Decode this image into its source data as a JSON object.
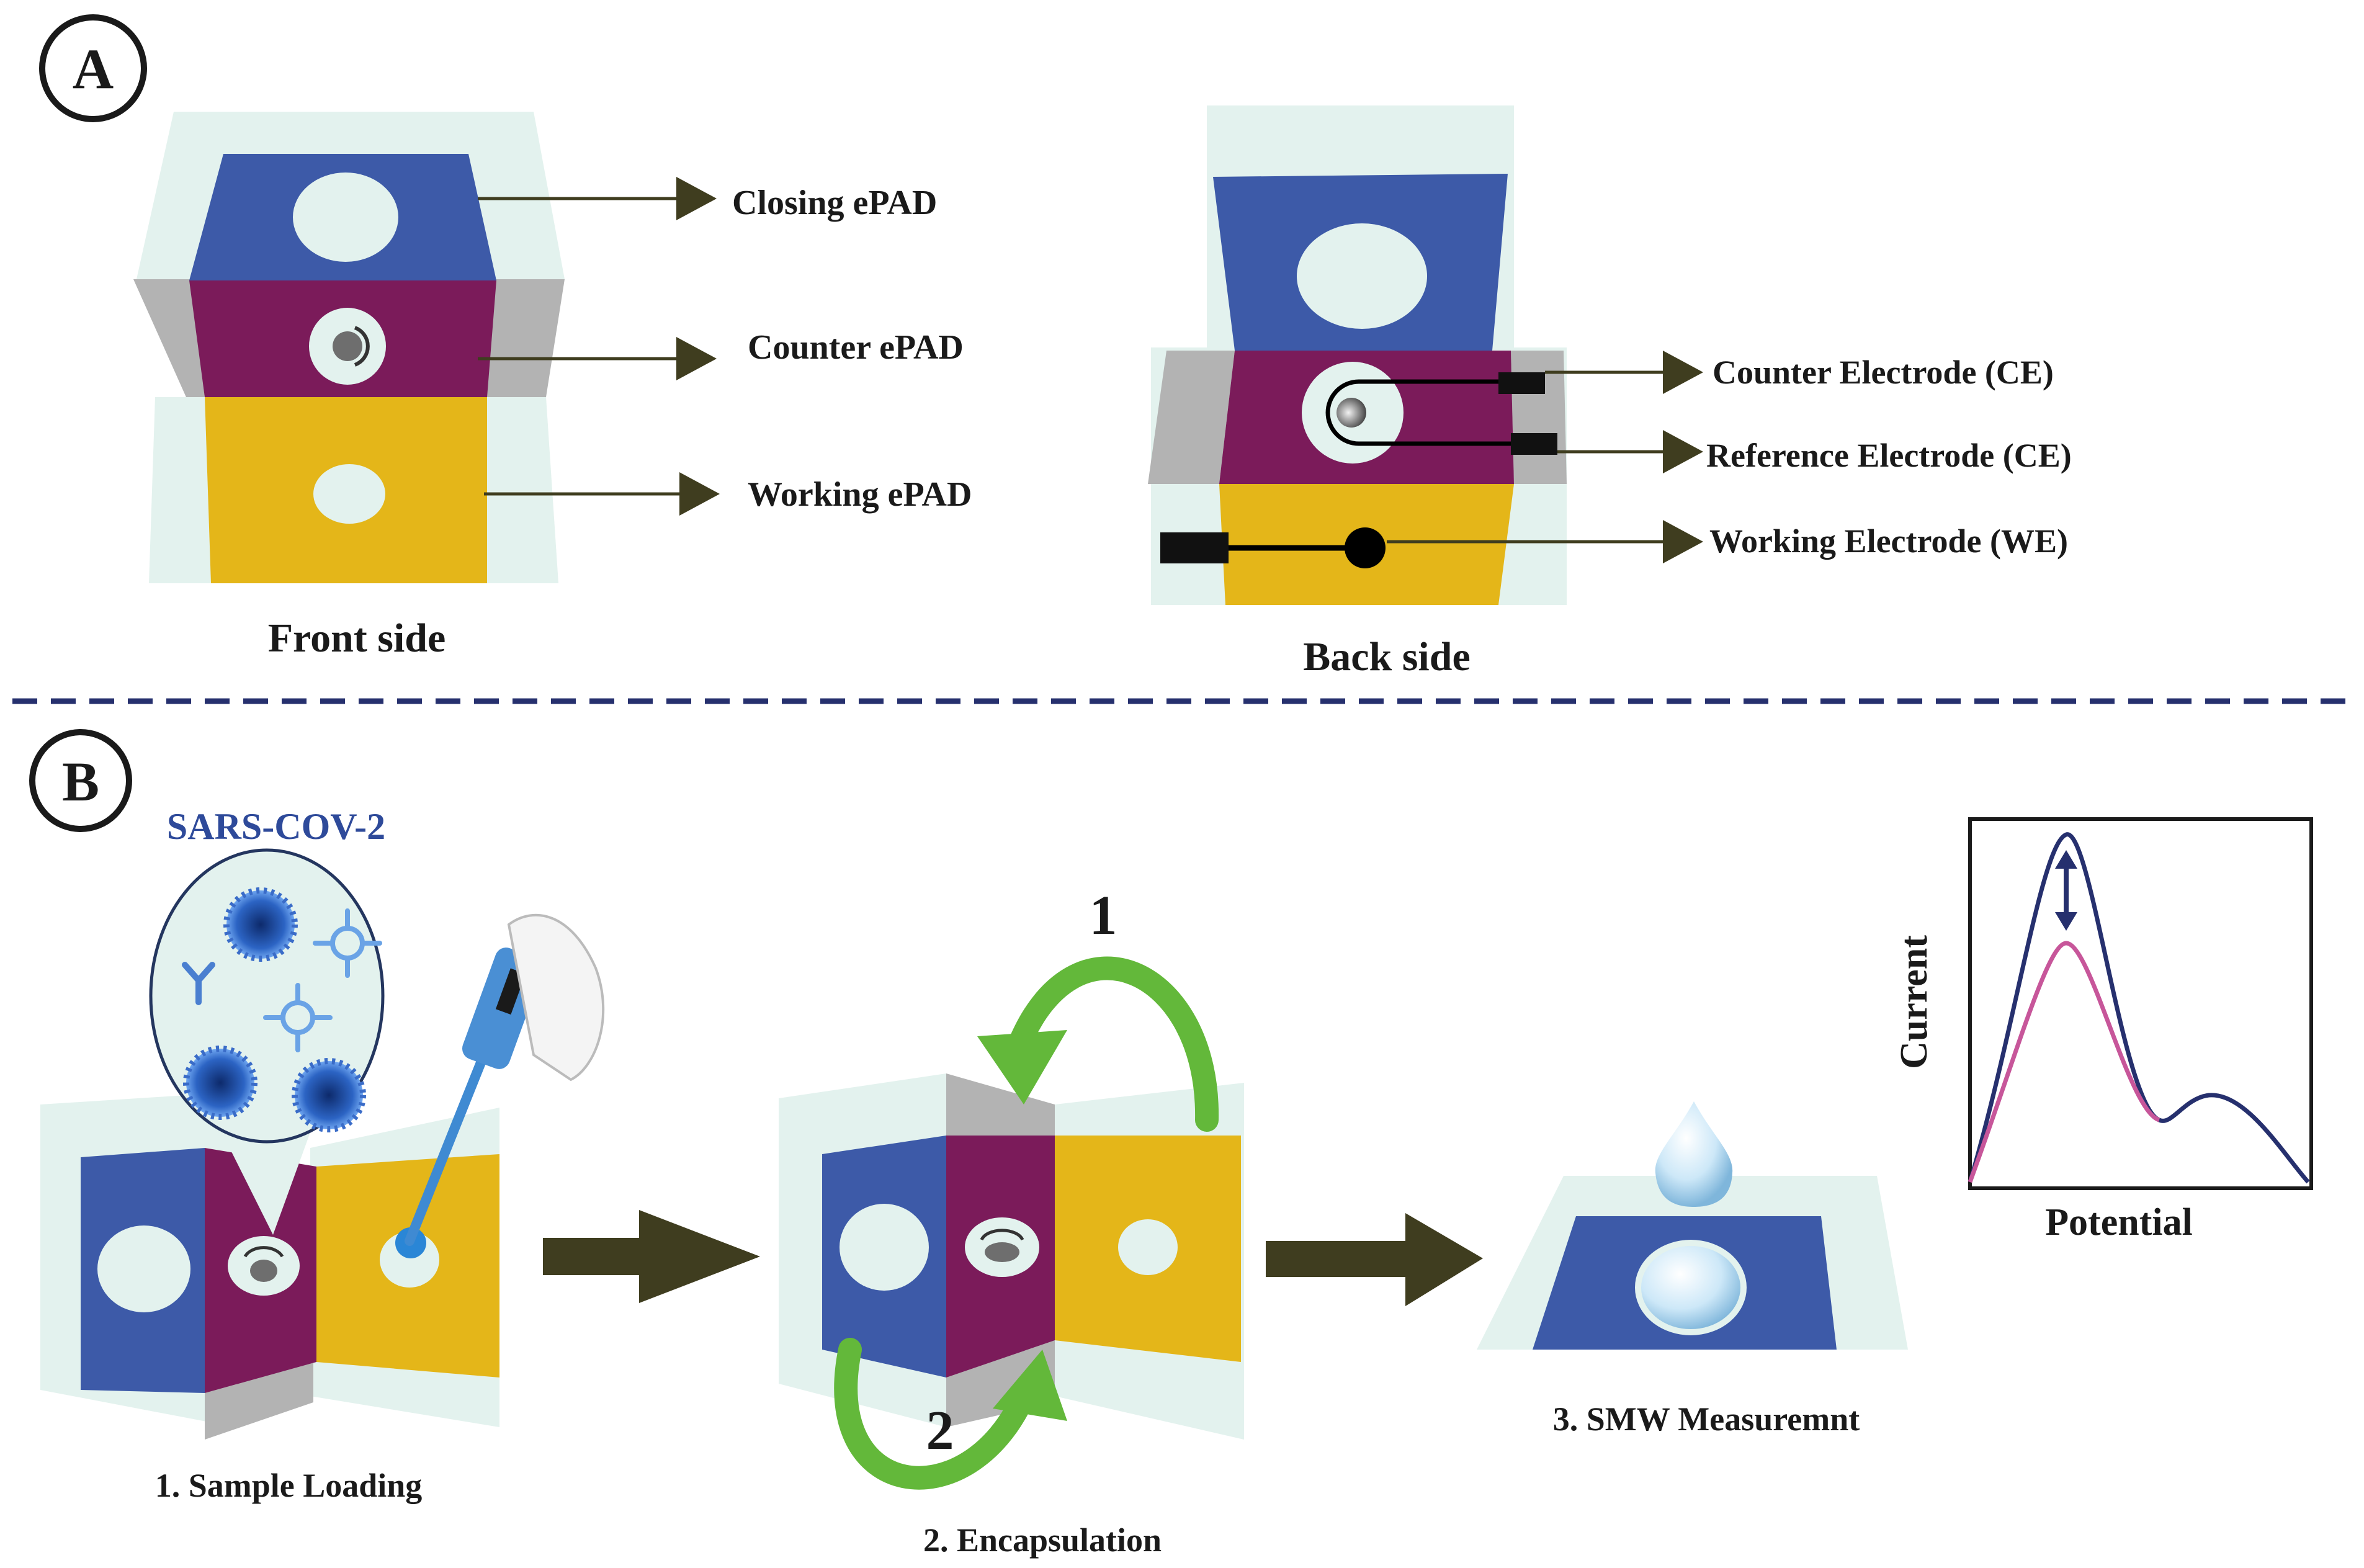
{
  "panel_a": {
    "badge": "A",
    "front_labels": {
      "closing": "Closing ePAD",
      "counter": "Counter ePAD",
      "working": "Working ePAD"
    },
    "front_caption": "Front side",
    "back_labels": {
      "counter_electrode": "Counter Electrode (CE)",
      "reference_electrode": "Reference Electrode (CE)",
      "working_electrode": "Working Electrode (WE)"
    },
    "back_caption": "Back side"
  },
  "panel_b": {
    "badge": "B",
    "virus_label": "SARS-COV-2",
    "step1": "1. Sample Loading",
    "step2": "2. Encapsulation",
    "step3": "3. SMW Measuremnt",
    "fold_1": "1",
    "fold_2": "2",
    "graph": {
      "ylabel": "Current",
      "xlabel": "Potential"
    }
  },
  "colors": {
    "blue": "#3d5aa8",
    "purple": "#7b1b5a",
    "yellow": "#e4b619",
    "pale": "#e3f2ee",
    "gray": "#b3b3b3",
    "arrow": "#3f3d1f",
    "green": "#63b83a",
    "navy": "#26306e",
    "pink": "#c7569a"
  }
}
